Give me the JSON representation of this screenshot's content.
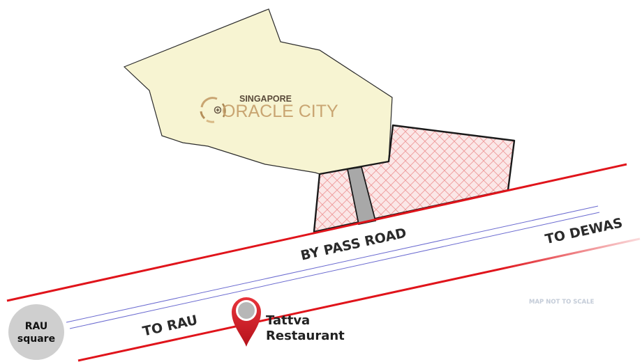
{
  "project": {
    "brand_small": "SINGAPORE",
    "brand_large": "ORACLE CITY",
    "logo_icon": "oracle-city-emblem"
  },
  "roads": {
    "main_road": "BY PASS ROAD",
    "direction_east": "TO DEWAS",
    "direction_west": "TO RAU"
  },
  "landmarks": {
    "rau_square_line1": "RAU",
    "rau_square_line2": "square",
    "restaurant_line1": "Tattva",
    "restaurant_line2": "Restaurant"
  },
  "watermark": "MAP NOT TO SCALE",
  "colors": {
    "road_edge": "#e0141b",
    "lane_line": "#6a6ad0",
    "land_parcel": "#f7f4d2",
    "hatch": "#ef9a9a",
    "hatch_bg": "#fbe7e7",
    "entry_path": "#a8a8a8",
    "pin": "#d4202a",
    "rau_circle": "#cfcfcf",
    "logo_gold": "#c9a572"
  }
}
